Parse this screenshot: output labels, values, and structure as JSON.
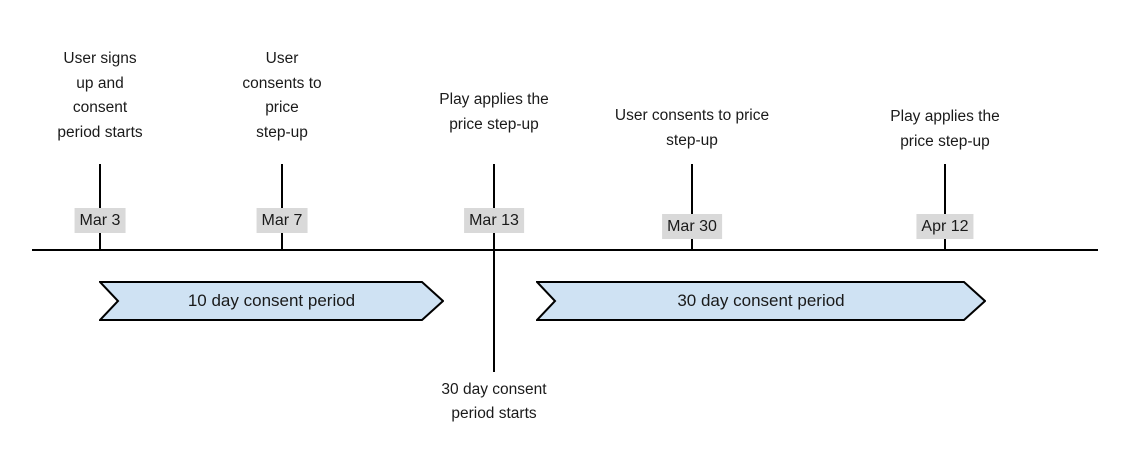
{
  "diagram": {
    "type": "timeline",
    "events": [
      {
        "label": "User signs\nup and\nconsent\nperiod starts",
        "date": "Mar 3"
      },
      {
        "label": "User\nconsents to\nprice\nstep-up",
        "date": "Mar 7"
      },
      {
        "label": "Play applies the\nprice step-up",
        "date": "Mar 13"
      },
      {
        "label": "User consents to price\nstep-up",
        "date": "Mar 30"
      },
      {
        "label": "Play applies the\nprice step-up",
        "date": "Apr 12"
      }
    ],
    "periods": [
      {
        "label": "10 day consent period"
      },
      {
        "label": "30 day consent period"
      }
    ],
    "annotation": {
      "text": "30 day consent\nperiod starts"
    },
    "colors": {
      "period_fill": "#cfe2f3",
      "period_border": "#000000",
      "date_bg": "#d9d9d9",
      "line": "#000000",
      "text": "#1a1a1a"
    }
  }
}
